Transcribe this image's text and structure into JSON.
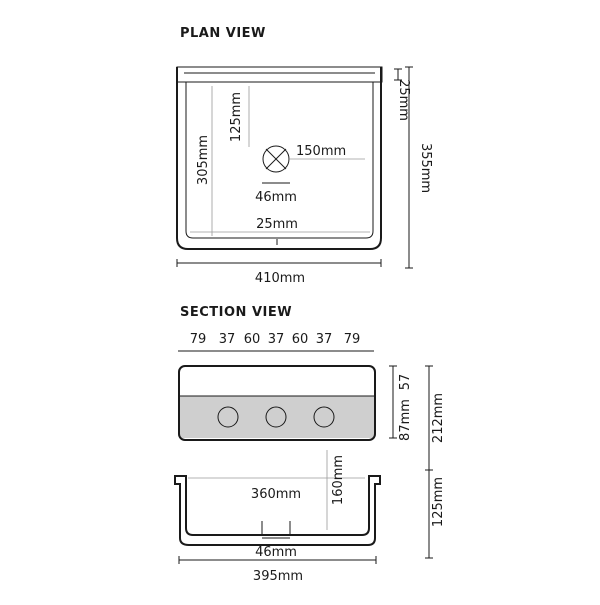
{
  "plan_view": {
    "title": "PLAN VIEW",
    "dims": {
      "top_offset": "125mm",
      "waste_offset": "150mm",
      "depth_inner": "305mm",
      "waste_dia": "46mm",
      "wall": "25mm",
      "width": "410mm",
      "ledge": "25mm",
      "depth_total": "355mm"
    }
  },
  "section_view": {
    "title": "SECTION VIEW",
    "top_dims": [
      "79",
      "37",
      "60",
      "37",
      "60",
      "37",
      "79"
    ],
    "dims": {
      "band_height": "87mm",
      "top_offset": "57",
      "total_height": "212mm",
      "lower_height": "125mm",
      "inner_width": "360mm",
      "inner_depth": "160mm",
      "waste_dia": "46mm",
      "width": "395mm"
    }
  }
}
